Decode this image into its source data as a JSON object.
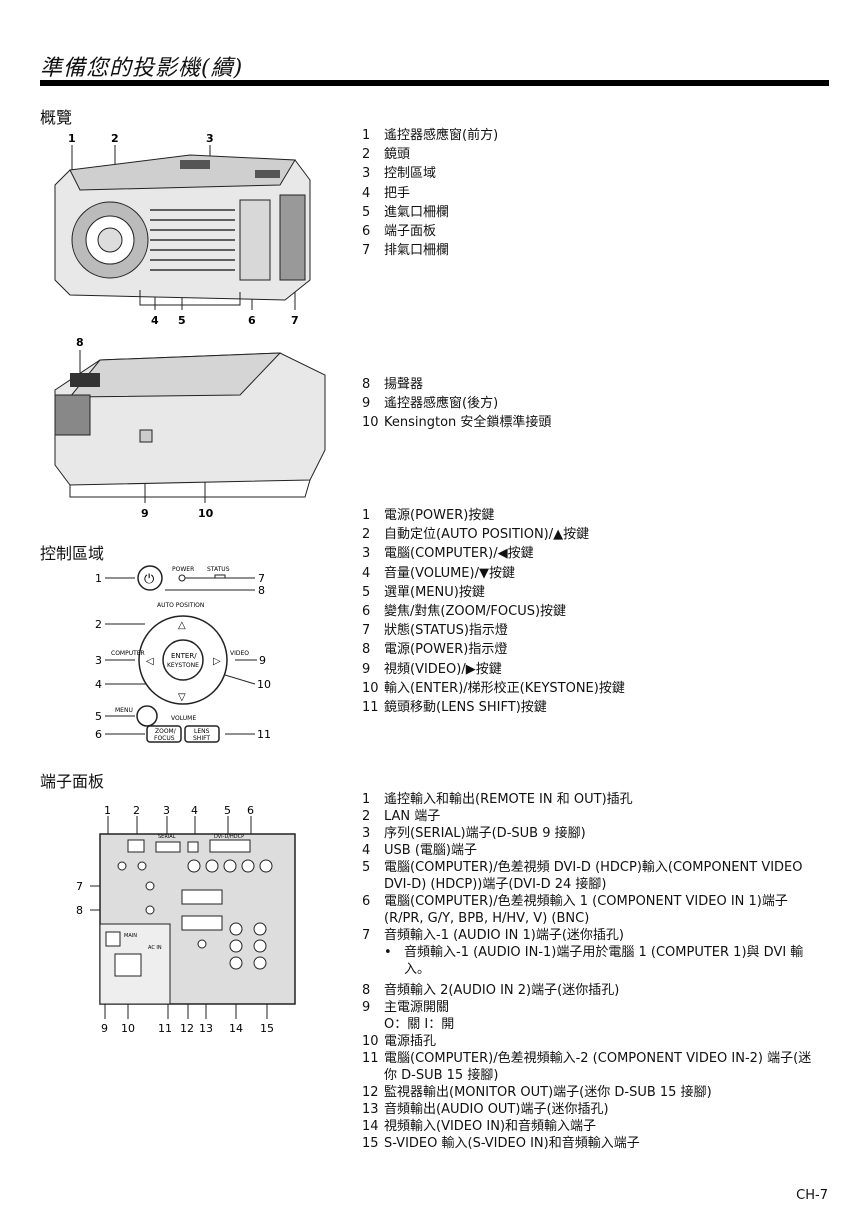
{
  "header": {
    "title": "準備您的投影機(續)"
  },
  "overview": {
    "heading": "概覽",
    "front_callouts_top": [
      "1",
      "2",
      "3"
    ],
    "front_callouts_bottom": [
      "4",
      "5",
      "6",
      "7"
    ],
    "back_callouts": [
      "8",
      "9",
      "10"
    ],
    "front_items": [
      {
        "num": "1",
        "text": "遙控器感應窗(前方)"
      },
      {
        "num": "2",
        "text": "鏡頭"
      },
      {
        "num": "3",
        "text": "控制區域"
      },
      {
        "num": "4",
        "text": "把手"
      },
      {
        "num": "5",
        "text": "進氣口柵欄"
      },
      {
        "num": "6",
        "text": "端子面板"
      },
      {
        "num": "7",
        "text": "排氣口柵欄"
      }
    ],
    "back_items": [
      {
        "num": "8",
        "text": "揚聲器"
      },
      {
        "num": "9",
        "text": "遙控器感應窗(後方)"
      },
      {
        "num": "10",
        "text": "Kensington 安全鎖標準接頭"
      }
    ]
  },
  "controls": {
    "heading": "控制區域",
    "diagram_labels": {
      "power": "POWER",
      "status": "STATUS",
      "auto_position": "AUTO POSITION",
      "computer": "COMPUTER",
      "video": "VIDEO",
      "enter": "ENTER/",
      "keystone": "KEYSTONE",
      "menu": "MENU",
      "volume": "VOLUME",
      "zoom": "ZOOM/",
      "focus": "FOCUS",
      "lens": "LENS",
      "shift": "SHIFT"
    },
    "callouts": [
      "1",
      "2",
      "3",
      "4",
      "5",
      "6",
      "7",
      "8",
      "9",
      "10",
      "11"
    ],
    "items": [
      {
        "num": "1",
        "text": "電源(POWER)按鍵"
      },
      {
        "num": "2",
        "text": "自動定位(AUTO POSITION)/▲按鍵"
      },
      {
        "num": "3",
        "text": "電腦(COMPUTER)/◀按鍵"
      },
      {
        "num": "4",
        "text": "音量(VOLUME)/▼按鍵"
      },
      {
        "num": "5",
        "text": "選單(MENU)按鍵"
      },
      {
        "num": "6",
        "text": "變焦/對焦(ZOOM/FOCUS)按鍵"
      },
      {
        "num": "7",
        "text": "狀態(STATUS)指示燈"
      },
      {
        "num": "8",
        "text": "電源(POWER)指示燈"
      },
      {
        "num": "9",
        "text": "視頻(VIDEO)/▶按鍵"
      },
      {
        "num": "10",
        "text": "輸入(ENTER)/梯形校正(KEYSTONE)按鍵"
      },
      {
        "num": "11",
        "text": "鏡頭移動(LENS SHIFT)按鍵"
      }
    ]
  },
  "terminals": {
    "heading": "端子面板",
    "callouts_top": [
      "1",
      "2",
      "3",
      "4",
      "5",
      "6"
    ],
    "callouts_left": [
      "7",
      "8"
    ],
    "callouts_bottom": [
      "9",
      "10",
      "11",
      "12",
      "13",
      "14",
      "15"
    ],
    "items": [
      {
        "num": "1",
        "text": "遙控輸入和輸出(REMOTE IN 和 OUT)插孔"
      },
      {
        "num": "2",
        "text": "LAN 端子"
      },
      {
        "num": "3",
        "text": "序列(SERIAL)端子(D-SUB 9 接腳)"
      },
      {
        "num": "4",
        "text": "USB (電腦)端子"
      },
      {
        "num": "5",
        "text": "電腦(COMPUTER)/色差視頻 DVI-D (HDCP)輸入(COMPONENT VIDEO DVI-D) (HDCP))端子(DVI-D 24 接腳)"
      },
      {
        "num": "6",
        "text": "電腦(COMPUTER)/色差視頻輸入 1 (COMPONENT VIDEO IN 1)端子(R/PR, G/Y, BPB, H/HV, V) (BNC)"
      },
      {
        "num": "7",
        "text": "音頻輸入-1 (AUDIO IN 1)端子(迷你插孔)"
      },
      {
        "num": "8",
        "text": "音頻輸入 2(AUDIO IN 2)端子(迷你插孔)"
      },
      {
        "num": "9",
        "text": "主電源開關"
      },
      {
        "num": "10",
        "text": "電源插孔"
      },
      {
        "num": "11",
        "text": "電腦(COMPUTER)/色差視頻輸入-2 (COMPONENT VIDEO IN-2) 端子(迷你 D-SUB 15 接腳)"
      },
      {
        "num": "12",
        "text": "監視器輸出(MONITOR OUT)端子(迷你 D-SUB 15 接腳)"
      },
      {
        "num": "13",
        "text": "音頻輸出(AUDIO OUT)端子(迷你插孔)"
      },
      {
        "num": "14",
        "text": "視頻輸入(VIDEO IN)和音頻輸入端子"
      },
      {
        "num": "15",
        "text": "S-VIDEO 輸入(S-VIDEO IN)和音頻輸入端子"
      }
    ],
    "item7_note": "音頻輸入-1 (AUDIO IN-1)端子用於電腦 1 (COMPUTER 1)與 DVI 輸入。",
    "item9_sub": "O：關 I：開",
    "panel_labels": {
      "main": "MAIN",
      "ac_in": "AC IN",
      "serial": "SERIAL",
      "dvi": "DVI-D/HDCP"
    }
  },
  "footer": {
    "page_number": "CH-7"
  }
}
